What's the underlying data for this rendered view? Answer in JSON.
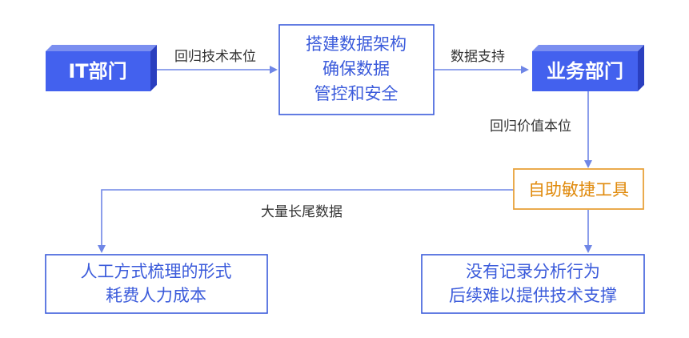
{
  "nodes": {
    "it_dept": {
      "label": "IT部门"
    },
    "data_arch": {
      "lines": [
        "搭建数据架构",
        "确保数据",
        "管控和安全"
      ]
    },
    "biz_dept": {
      "label": "业务部门"
    },
    "agile_tools": {
      "label": "自助敏捷工具"
    },
    "manual_cost": {
      "lines": [
        "人工方式梳理的形式",
        "耗费人力成本"
      ]
    },
    "no_record": {
      "lines": [
        "没有记录分析行为",
        "后续难以提供技术支撑"
      ]
    }
  },
  "edges": {
    "it_to_arch": {
      "label": "回归技术本位"
    },
    "arch_to_biz": {
      "label": "数据支持"
    },
    "biz_to_tools": {
      "label": "回归价值本位"
    },
    "tools_to_manual": {
      "label": "大量长尾数据"
    },
    "tools_to_record": {
      "label": ""
    }
  },
  "colors": {
    "primary_blue": "#3b5bdb",
    "blue_fill": "#4361ee",
    "blue_side": "#2a3fbf",
    "blue_top": "#7b8ff0",
    "orange": "#e8a23a",
    "arrow": "#6f86e6"
  }
}
